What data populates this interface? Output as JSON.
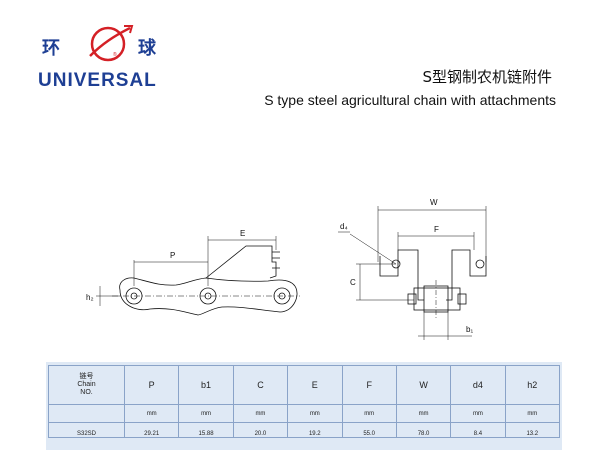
{
  "brand": {
    "cn_left": "环",
    "cn_right": "球",
    "name": "UNIVERSAL",
    "color": "#1e3f94",
    "emblem_color": "#d42026"
  },
  "title": {
    "cn": "S型钢制农机链附件",
    "en": "S type steel agricultural chain with attachments"
  },
  "drawing": {
    "side_view_labels": {
      "p": "P",
      "e": "E",
      "h2": "h₂"
    },
    "front_view_labels": {
      "w": "W",
      "f": "F",
      "d4": "d₄",
      "c": "C",
      "b1": "b₁"
    }
  },
  "table": {
    "header_label": [
      "链号",
      "Chain",
      "NO."
    ],
    "columns": [
      "P",
      "b1",
      "C",
      "E",
      "F",
      "W",
      "d4",
      "h2"
    ],
    "units": [
      "mm",
      "mm",
      "mm",
      "mm",
      "mm",
      "mm",
      "mm",
      "mm"
    ],
    "rows": [
      {
        "chain": "S32SD",
        "values": [
          "29.21",
          "15.88",
          "20.0",
          "19.2",
          "55.0",
          "78.0",
          "8.4",
          "13.2"
        ]
      }
    ]
  }
}
